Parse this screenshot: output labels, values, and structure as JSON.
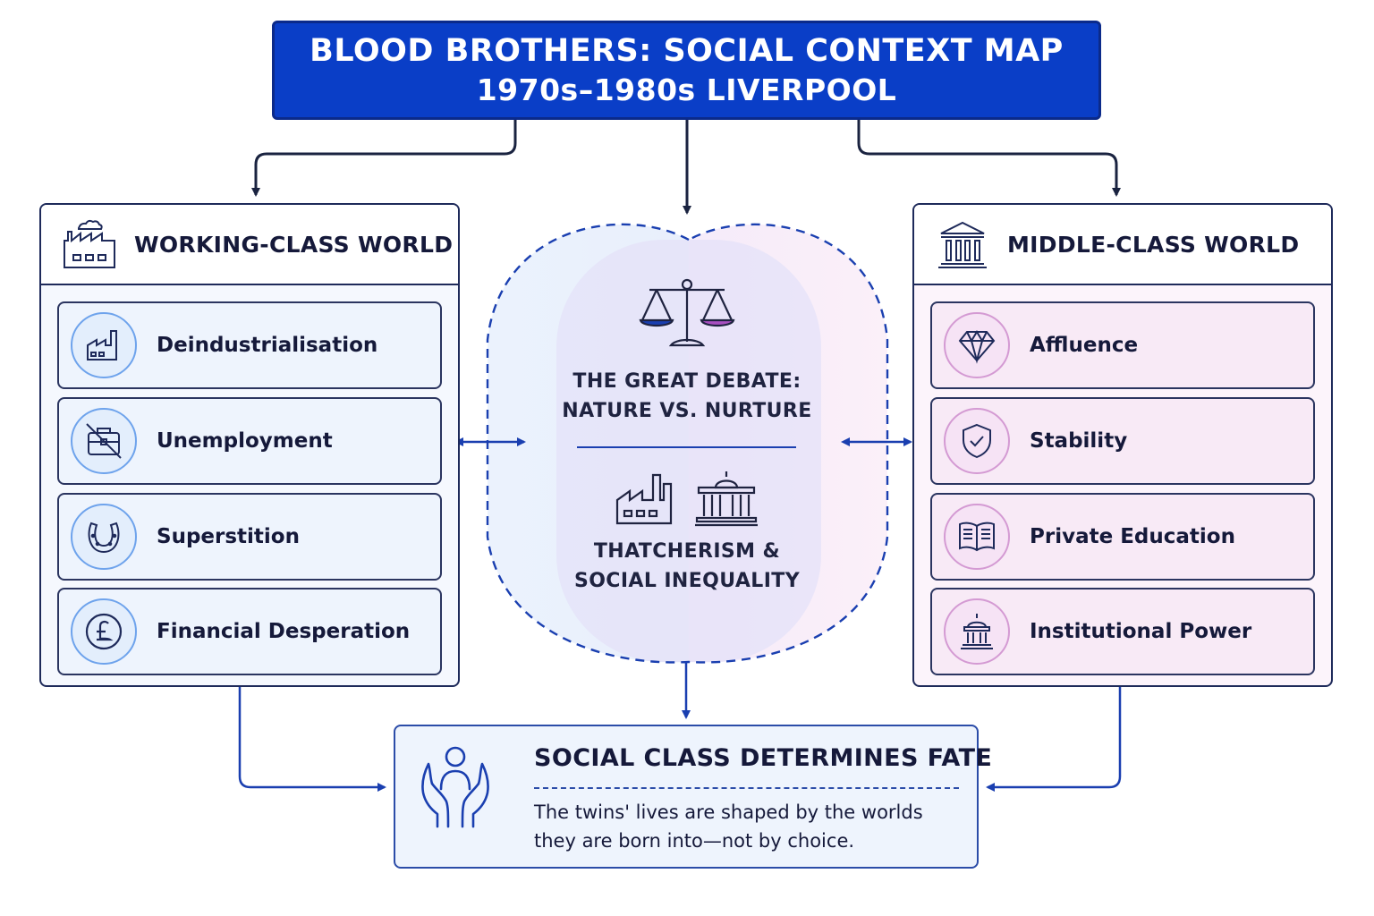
{
  "title": {
    "line1": "BLOOD BROTHERS: SOCIAL CONTEXT MAP",
    "line2": "1970s–1980s LIVERPOOL"
  },
  "working_class": {
    "title": "WORKING-CLASS WORLD",
    "header_icon": "factory-icon",
    "items": [
      {
        "label": "Deindustrialisation",
        "icon": "factory-icon"
      },
      {
        "label": "Unemployment",
        "icon": "crossed-briefcase-icon"
      },
      {
        "label": "Superstition",
        "icon": "horseshoe-icon"
      },
      {
        "label": "Financial Desperation",
        "icon": "pound-coin-icon"
      }
    ]
  },
  "middle_class": {
    "title": "MIDDLE-CLASS WORLD",
    "header_icon": "bank-icon",
    "items": [
      {
        "label": "Affluence",
        "icon": "diamond-icon"
      },
      {
        "label": "Stability",
        "icon": "shield-check-icon"
      },
      {
        "label": "Private Education",
        "icon": "open-book-icon"
      },
      {
        "label": "Institutional Power",
        "icon": "capitol-icon"
      }
    ]
  },
  "center": {
    "debate_line1": "THE GREAT DEBATE:",
    "debate_line2": "NATURE VS. NURTURE",
    "inequality_line1": "THATCHERISM &",
    "inequality_line2": "SOCIAL INEQUALITY",
    "icons": [
      "scales-icon",
      "factory-icon",
      "government-building-icon"
    ]
  },
  "conclusion": {
    "title": "SOCIAL CLASS DETERMINES FATE",
    "text": "The twins' lives are shaped by the worlds they are born into—not by choice.",
    "icon": "hands-holding-person-icon"
  },
  "colors": {
    "title_bg": "#0a3ec7",
    "accent_blue": "#1a3fb0",
    "accent_purple": "#a84fc0",
    "working_bg": "#eef4fd",
    "middle_bg": "#f8eaf6"
  }
}
